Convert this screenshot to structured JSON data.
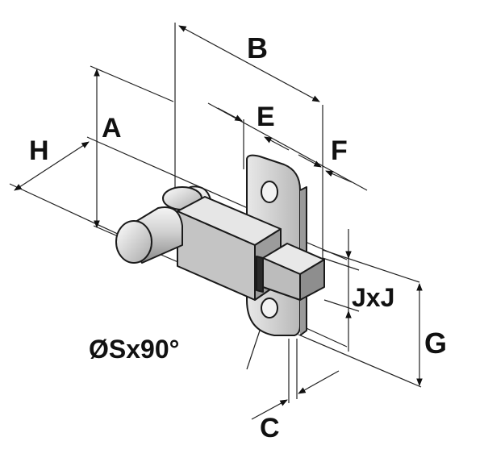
{
  "labels": {
    "a": "A",
    "b": "B",
    "c": "C",
    "e": "E",
    "f": "F",
    "g": "G",
    "h": "H",
    "jxj": "JxJ",
    "s": "ØSx90°"
  },
  "colors": {
    "ink": "#111111",
    "line": "#2a2a2a",
    "body_light": "#e4e4e4",
    "body_mid": "#bdbdbd",
    "body_dark": "#8c8c8c",
    "plate": "#d6d6d6"
  }
}
